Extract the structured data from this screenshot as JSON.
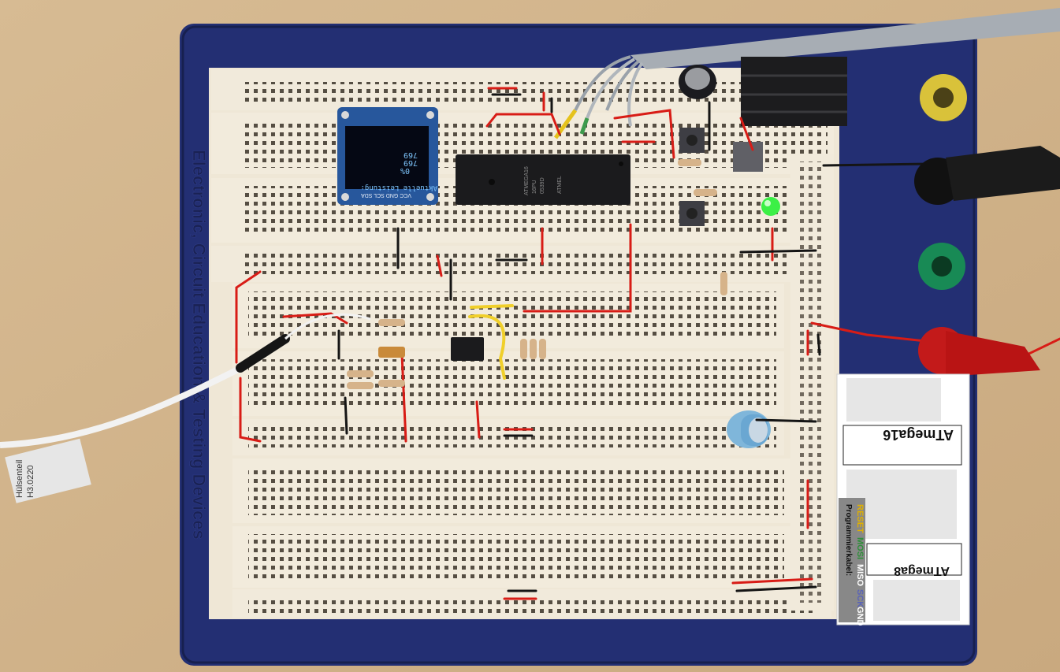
{
  "board": {
    "brand_text": "Electronic, Circuit Education & Testing Devices"
  },
  "oled": {
    "line1": "Aktuelle Leistung:",
    "line2": "0%",
    "line3": "769",
    "line4": "769",
    "pins": "VCC GND SCL SDA"
  },
  "mcu": {
    "brand": "ATMEL",
    "model": "ATMEGA16",
    "sub": "16PU",
    "code": "0539D"
  },
  "reference_card": {
    "chip1_title": "ATmega16",
    "chip2_title": "ATmega8",
    "prog_title": "Programmierkabel:",
    "prog_signals": [
      "RESET",
      "MOSI",
      "MISO",
      "SCK",
      "GND"
    ],
    "prog_colors": [
      "#e0b000",
      "#2f8f3a",
      "#ffffff",
      "#5a63b8",
      "#ffffff"
    ]
  },
  "cable_label": {
    "line1": "Hülsenteil",
    "line2": "H3.0220"
  },
  "colors": {
    "board_blue": "#232f73",
    "breadboard": "#efe7d6",
    "wire_red": "#d81c16",
    "wire_black": "#151515",
    "oled_blue": "#27579c",
    "led_green": "#3cf046"
  }
}
